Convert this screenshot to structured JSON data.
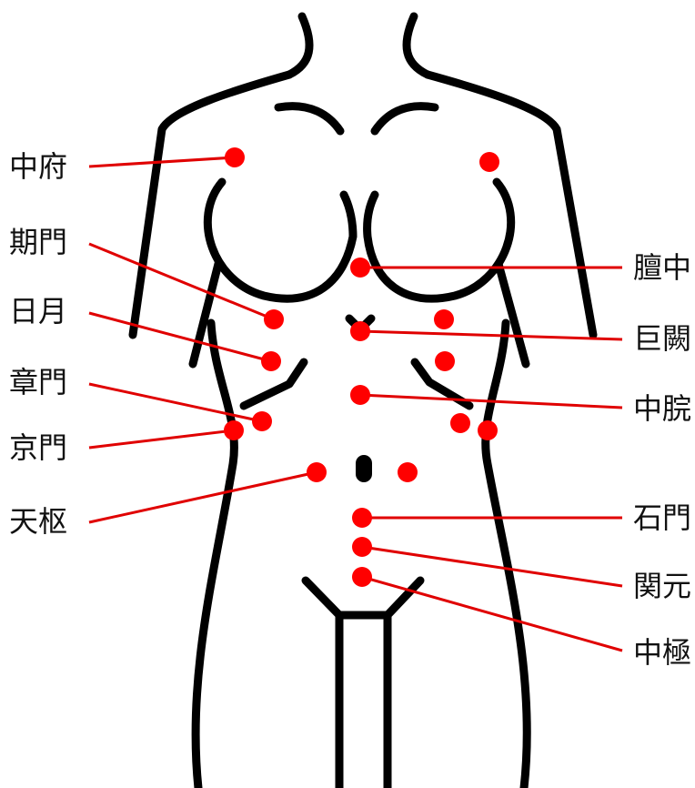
{
  "colors": {
    "line": "#e00000",
    "point": "#ff0000",
    "outline": "#000000",
    "text": "#111111"
  },
  "icon": "female-torso-outline",
  "points": {
    "left": [
      "中府",
      "期門",
      "日月",
      "章門",
      "京門",
      "天枢"
    ],
    "right": [
      "膻中",
      "巨闕",
      "中脘",
      "石門",
      "関元",
      "中極"
    ]
  }
}
